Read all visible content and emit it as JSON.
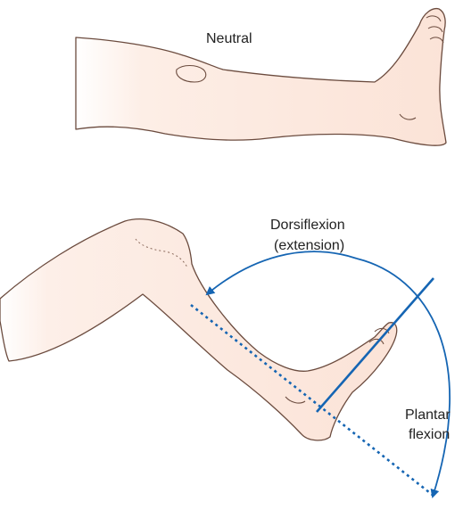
{
  "figure": {
    "top_label": "Neutral",
    "bottom_label_line1": "Dorsiflexion",
    "bottom_label_line2": "(extension)",
    "plantar_line1": "Plantar",
    "plantar_line2": "flexion"
  },
  "colors": {
    "skin_fill": "#fbe6dc",
    "skin_outline": "#6b4b3e",
    "arrow_blue": "#1565b3",
    "label_text": "#222222"
  }
}
